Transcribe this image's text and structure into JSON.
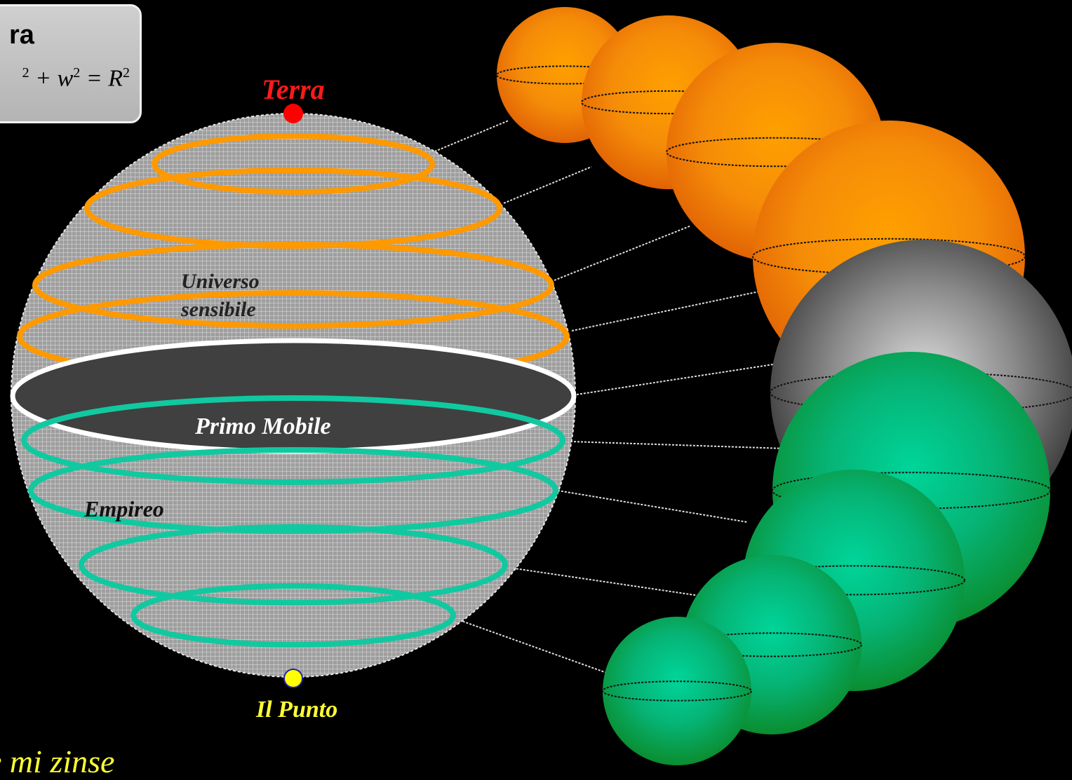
{
  "box": {
    "title": "ra",
    "equation_parts": [
      "2",
      " + w",
      "2",
      " = R",
      "2"
    ]
  },
  "labels": {
    "terra": "Terra",
    "universo_line1": "Universo",
    "universo_line2": "sensibile",
    "primo_mobile": "Primo Mobile",
    "empireo": "Empireo",
    "il_punto": "Il Punto",
    "verse_fragment": "e mi zinse"
  },
  "colors": {
    "background": "#000000",
    "orange_ring": "#ff9900",
    "teal_ring": "#11c9a0",
    "terra_dot": "#ff0000",
    "punto_dot": "#ffff00",
    "orange_sphere": "#f07a10",
    "green_sphere": "#1aa860",
    "grey_sphere": "#9a9a9a"
  }
}
